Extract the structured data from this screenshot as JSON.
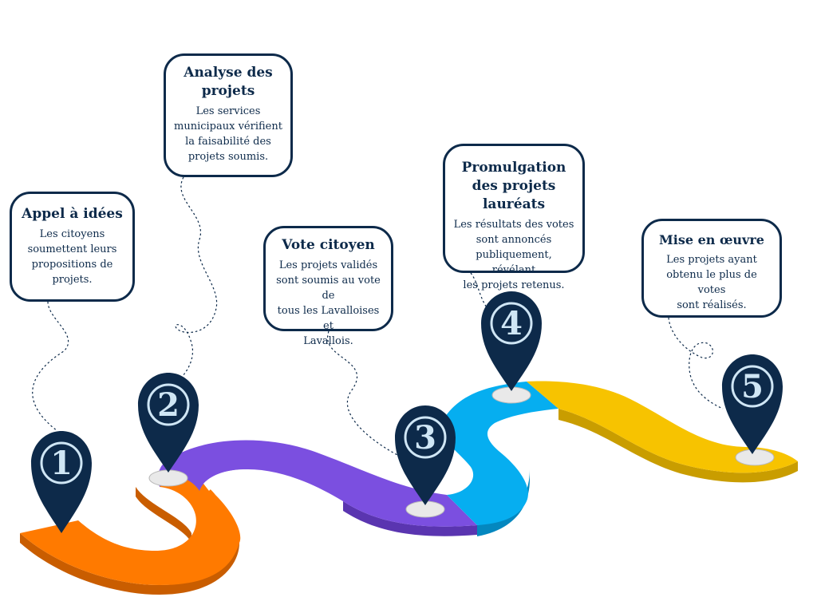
{
  "colors": {
    "navy": "#0d2a4a",
    "orange": "#ff7a00",
    "purple": "#7b4fe0",
    "blue": "#06aef0",
    "yellow": "#f7c300",
    "pin_ring": "#cfe6f5"
  },
  "steps": [
    {
      "number": "1",
      "title": "Appel à idées",
      "text": [
        "Les citoyens",
        "soumettent leurs",
        "propositions de",
        "projets."
      ]
    },
    {
      "number": "2",
      "title": "Analyse des projets",
      "text": [
        "Les services",
        "municipaux vérifient",
        "la faisabilité des",
        "projets soumis."
      ]
    },
    {
      "number": "3",
      "title": "Vote citoyen",
      "text": [
        "Les projets validés",
        "sont soumis au vote de",
        "tous les Lavalloises et",
        "Lavallois."
      ]
    },
    {
      "number": "4",
      "title": "Promulgation des projets lauréats",
      "text": [
        "Les résultats des votes",
        "sont annoncés",
        "publiquement, révélant",
        "les projets retenus."
      ]
    },
    {
      "number": "5",
      "title": "Mise en œuvre",
      "text": [
        "Les projets ayant",
        "obtenu le plus de votes",
        "sont réalisés."
      ]
    }
  ]
}
